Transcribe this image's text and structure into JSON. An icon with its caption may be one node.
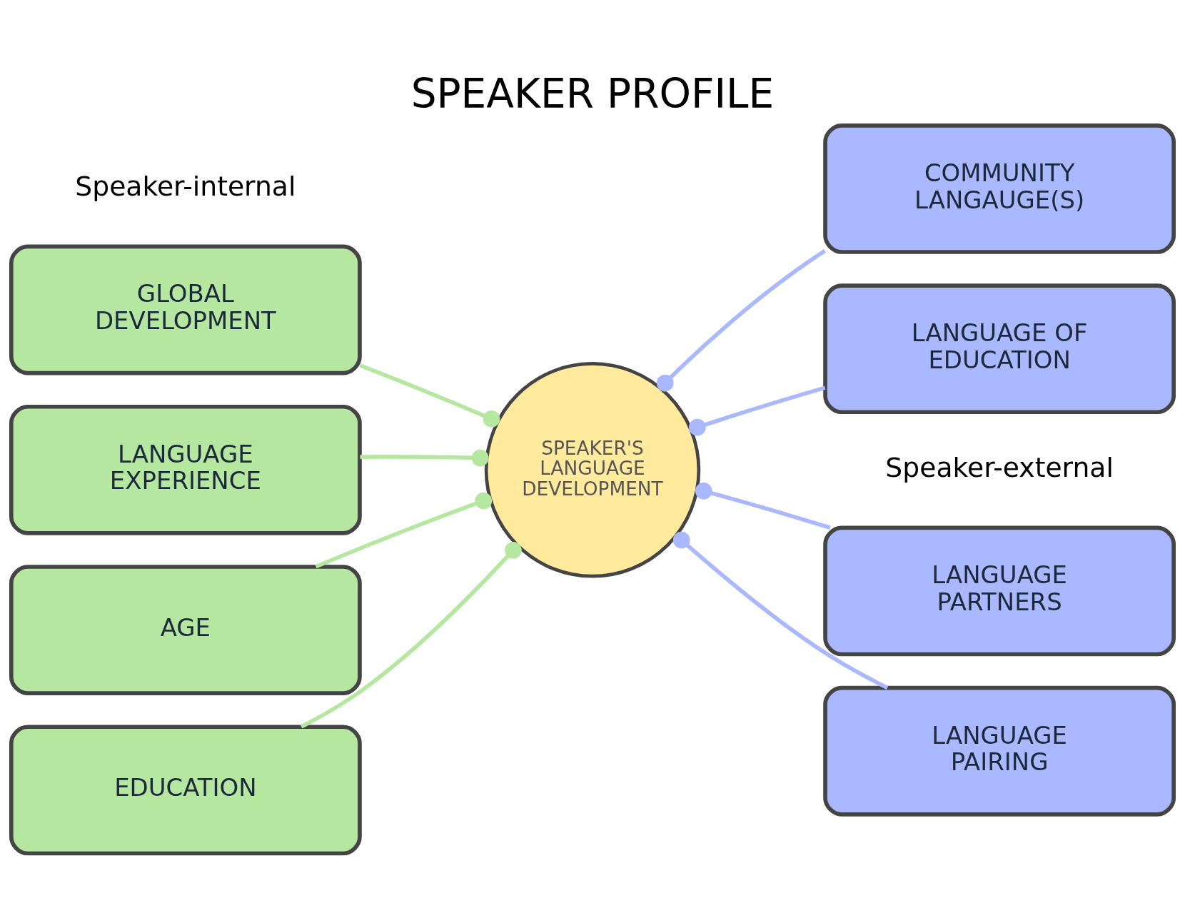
{
  "diagram": {
    "title": "SPEAKER PROFILE",
    "nodes": [
      {
        "text": [
          "GLOBAL DEVELOPMENT"
        ]
      },
      {
        "text": [
          "COMMUNITY LANGAUGE(S)"
        ]
      },
      {
        "text": [
          "LANGUAGE EXPERIENCE"
        ]
      },
      {
        "text": [
          "LANGUAGE OF EDUCATION"
        ]
      },
      {
        "text": [
          "SPEAKER'S LANGUAGE DEVELOPMENT"
        ]
      },
      {
        "text": [
          "AGE"
        ]
      },
      {
        "text": [
          "LANGUAGE PARTNERS"
        ]
      },
      {
        "text": [
          "EDUCATION"
        ]
      },
      {
        "text": [
          "LANGUAGE PAIRING"
        ]
      }
    ],
    "edges": [
      {
        "from": 0,
        "to": 4,
        "arrow": "other",
        "color": "#b5e7a0"
      },
      {
        "from": 1,
        "to": 4,
        "arrow": "other",
        "color": "#a9b8ff"
      },
      {
        "from": 2,
        "to": 4,
        "arrow": "other",
        "color": "#b5e7a0"
      },
      {
        "from": 3,
        "to": 4,
        "arrow": "other",
        "color": "#a9b8ff"
      },
      {
        "from": 5,
        "to": 4,
        "arrow": "other",
        "color": "#b5e7a0"
      },
      {
        "from": 6,
        "to": 4,
        "arrow": "other",
        "color": "#a9b8ff"
      },
      {
        "from": 7,
        "to": 4,
        "arrow": "other",
        "color": "#b5e7a0"
      },
      {
        "from": 8,
        "to": 4,
        "arrow": "other",
        "color": "#a9b8ff"
      }
    ],
    "labels": [
      "Speaker-internal",
      "Speaker-external"
    ]
  }
}
